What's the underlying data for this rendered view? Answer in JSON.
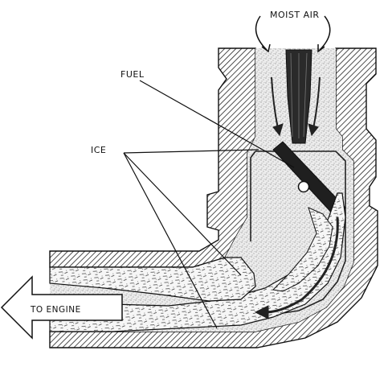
{
  "labels": {
    "moist_air": "MOIST AIR",
    "fuel": "FUEL",
    "ice": "ICE",
    "to_engine": "TO ENGINE"
  }
}
